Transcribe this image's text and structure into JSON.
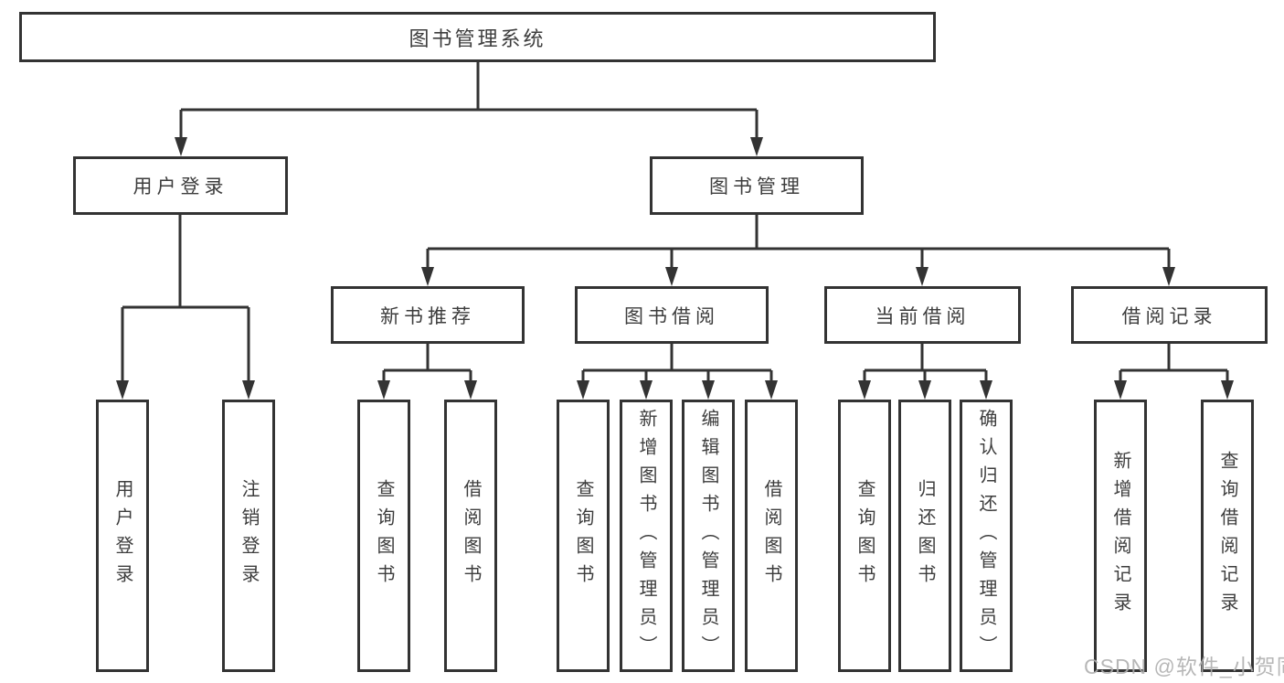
{
  "nodes": {
    "root": "图书管理系统",
    "user_login": "用户登录",
    "book_mgmt": "图书管理",
    "new_book_rec": "新书推荐",
    "book_borrow": "图书借阅",
    "current_borrow": "当前借阅",
    "borrow_records": "借阅记录",
    "ul_login": "用户登录",
    "ul_logout": "注销登录",
    "nb_query_book": "查询图书",
    "nb_borrow_book": "借阅图书",
    "bb_query_book": "查询图书",
    "bb_add_book": "新增图书（管理员）",
    "bb_edit_book": "编辑图书（管理员）",
    "bb_borrow_book": "借阅图书",
    "cb_query_book": "查询图书",
    "cb_return_book": "归还图书",
    "cb_confirm_return": "确认归还（管理员）",
    "br_add_record": "新增借阅记录",
    "br_query_record": "查询借阅记录"
  },
  "hierarchy": {
    "图书管理系统": {
      "用户登录": [
        "用户登录",
        "注销登录"
      ],
      "图书管理": {
        "新书推荐": [
          "查询图书",
          "借阅图书"
        ],
        "图书借阅": [
          "查询图书",
          "新增图书（管理员）",
          "编辑图书（管理员）",
          "借阅图书"
        ],
        "当前借阅": [
          "查询图书",
          "归还图书",
          "确认归还（管理员）"
        ],
        "借阅记录": [
          "新增借阅记录",
          "查询借阅记录"
        ]
      }
    }
  },
  "watermark": "CSDN @软件_小贺同学",
  "colors": {
    "line": "#333333",
    "border": "#333333",
    "text": "#3d3d3d",
    "background": "#ffffff",
    "watermark": "#b0b0b0"
  }
}
